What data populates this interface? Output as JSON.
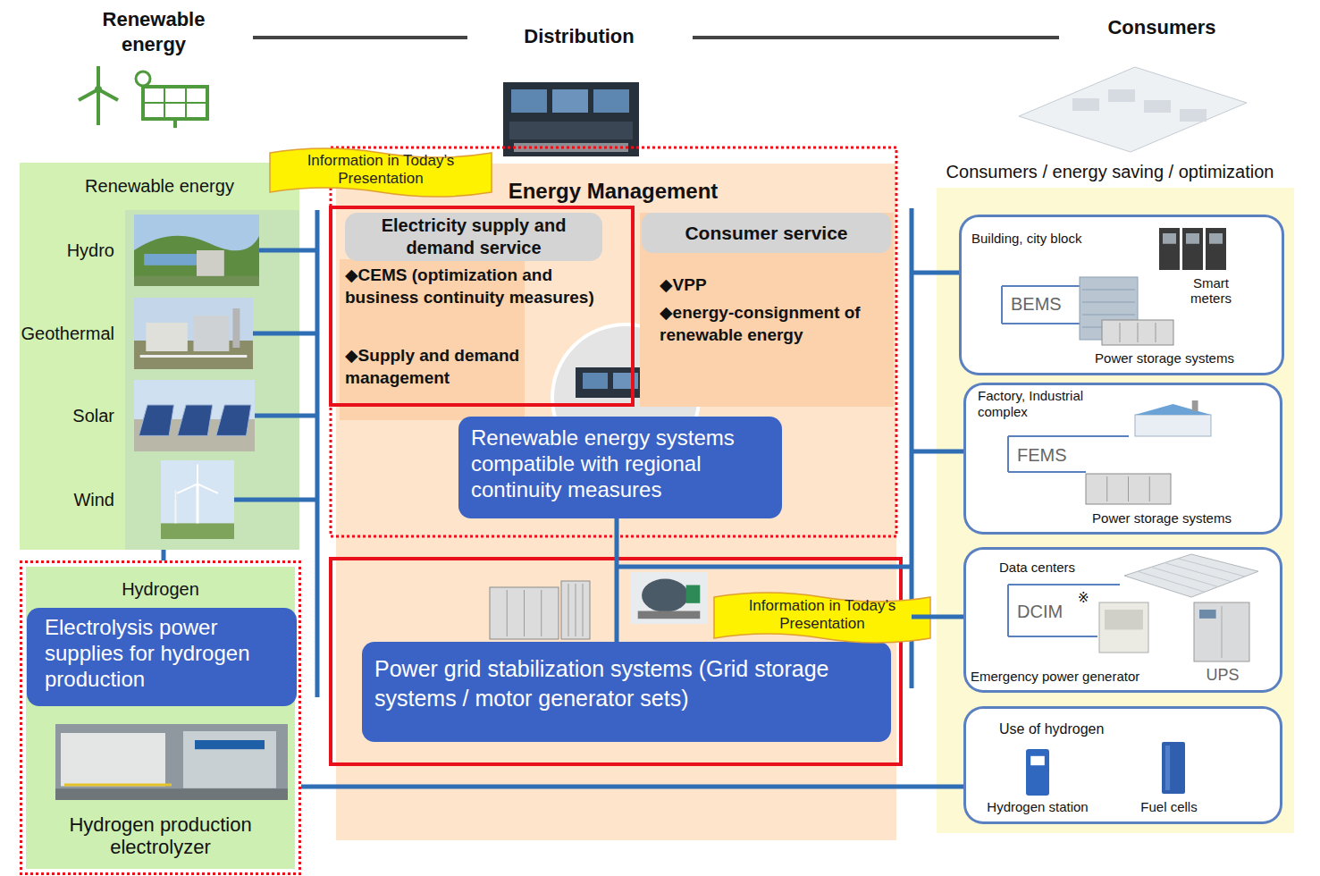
{
  "diagram": {
    "nodes": [
      {
        "text": [
          "Renewable energy",
          "Hydro",
          "Geothermal",
          "Solar",
          "Wind"
        ]
      },
      {
        "text": [
          "Hydrogen",
          "Hydrogen production electrolyzer"
        ]
      },
      {
        "text": [
          "Electrolysis power supplies for hydrogen production"
        ],
        "in": 1
      },
      {
        "text": [
          "Energy Management"
        ]
      },
      {
        "text": [
          "Electricity supply and demand service",
          "◆CEMS (optimization and business continuity measures)",
          "◆Supply and demand management"
        ],
        "in": 3
      },
      {
        "text": [
          "Consumer service",
          "◆VPP",
          "◆energy-consignment of renewable energy"
        ],
        "in": 3
      },
      {
        "text": [
          "Renewable energy systems compatible with regional continuity measures"
        ],
        "in": 3
      },
      {
        "text": [
          "Power grid stabilization systems (Grid storage systems / motor generator sets)"
        ],
        "in": 3
      },
      {
        "text": [
          "Information in Today’s Presentation"
        ]
      },
      {
        "text": [
          "Information in Today’s Presentation"
        ]
      },
      {
        "text": [
          "Consumers / energy saving / optimization"
        ]
      },
      {
        "text": [
          "Building, city block",
          "BEMS",
          "Smart meters",
          "Power storage systems"
        ],
        "in": 10
      },
      {
        "text": [
          "Factory, Industrial complex",
          "FEMS",
          "Power storage systems"
        ],
        "in": 10
      },
      {
        "text": [
          "Data centers",
          "DCIM",
          "※",
          "Emergency power generator",
          "UPS"
        ],
        "in": 10
      },
      {
        "text": [
          "Use of hydrogen",
          "Hydrogen station",
          "Fuel cells"
        ],
        "in": 10
      }
    ],
    "edges": [
      {
        "from": 0,
        "to": 1,
        "arrow": "none"
      },
      {
        "from": 6,
        "to": 7,
        "arrow": "none"
      },
      {
        "from": 1,
        "to": 14,
        "arrow": "none"
      }
    ],
    "labels": [
      "Renewable energy",
      "Distribution",
      "Consumers"
    ]
  }
}
